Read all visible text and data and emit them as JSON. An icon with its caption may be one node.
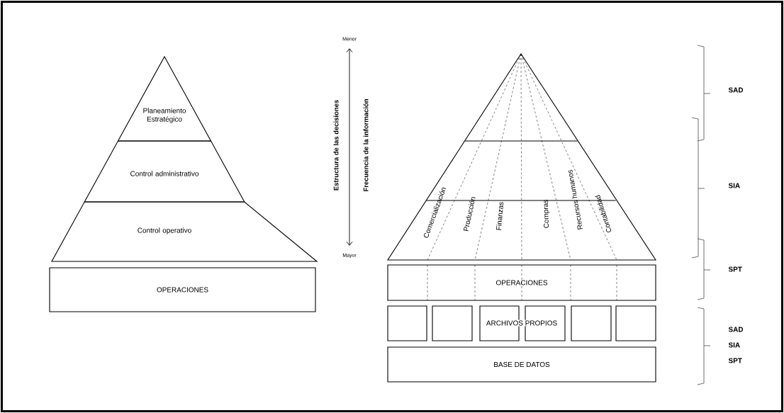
{
  "diagram": {
    "nodes": [
      {
        "text": [
          "Planeamiento Estratégico"
        ]
      },
      {
        "text": [
          "Control administrativo"
        ]
      },
      {
        "text": [
          "Control operativo"
        ]
      },
      {
        "text": [
          "OPERACIONES"
        ]
      },
      {
        "text": [
          "Comercialización",
          "Producción",
          "Finanzas",
          "Compras",
          "Recursos humanos",
          "Contabilidad"
        ]
      },
      {
        "text": [
          "OPERACIONES"
        ]
      },
      {
        "text": [],
        "shape": "box"
      },
      {
        "text": [],
        "shape": "box"
      },
      {
        "text": [],
        "shape": "box"
      },
      {
        "text": [],
        "shape": "box"
      },
      {
        "text": [],
        "shape": "box"
      },
      {
        "text": [],
        "shape": "box"
      },
      {
        "text": [
          "BASE DE DATOS"
        ]
      }
    ],
    "labels": [
      "Menor",
      "Estructura de las decisiones",
      "Frecuencia de la información",
      "Mayor",
      "ARCHIVOS PROPIOS",
      "SAD",
      "SIA",
      "SPT",
      "SAD",
      "SIA",
      "SPT"
    ]
  }
}
